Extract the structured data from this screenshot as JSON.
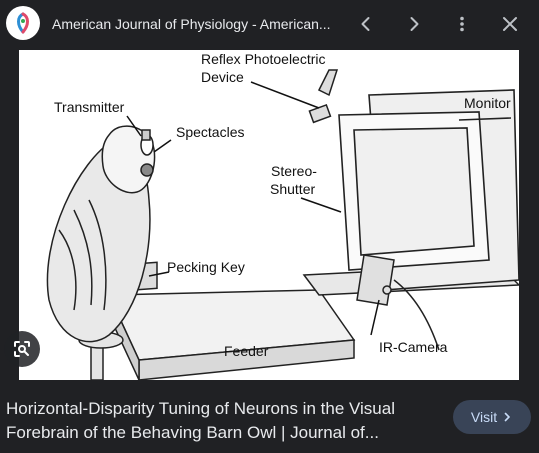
{
  "header": {
    "site_title": "American Journal of Physiology - American..."
  },
  "figure": {
    "labels": {
      "reflex_line1": "Reflex Photoelectric",
      "reflex_line2": "Device",
      "monitor": "Monitor",
      "transmitter": "Transmitter",
      "spectacles": "Spectacles",
      "stereo_line1": "Stereo-",
      "stereo_line2": "Shutter",
      "pecking_key": "Pecking Key",
      "feeder": "Feeder",
      "ir_camera": "IR-Camera"
    }
  },
  "caption": {
    "line1": "Horizontal-Disparity Tuning of Neurons in the Visual",
    "line2": "Forebrain of the Behaving Barn Owl | Journal of..."
  },
  "visit_button": {
    "label": "Visit"
  },
  "colors": {
    "background": "#202124",
    "text": "#e8eaed",
    "visit_bg": "#394457",
    "visit_text": "#c9dcf8"
  }
}
